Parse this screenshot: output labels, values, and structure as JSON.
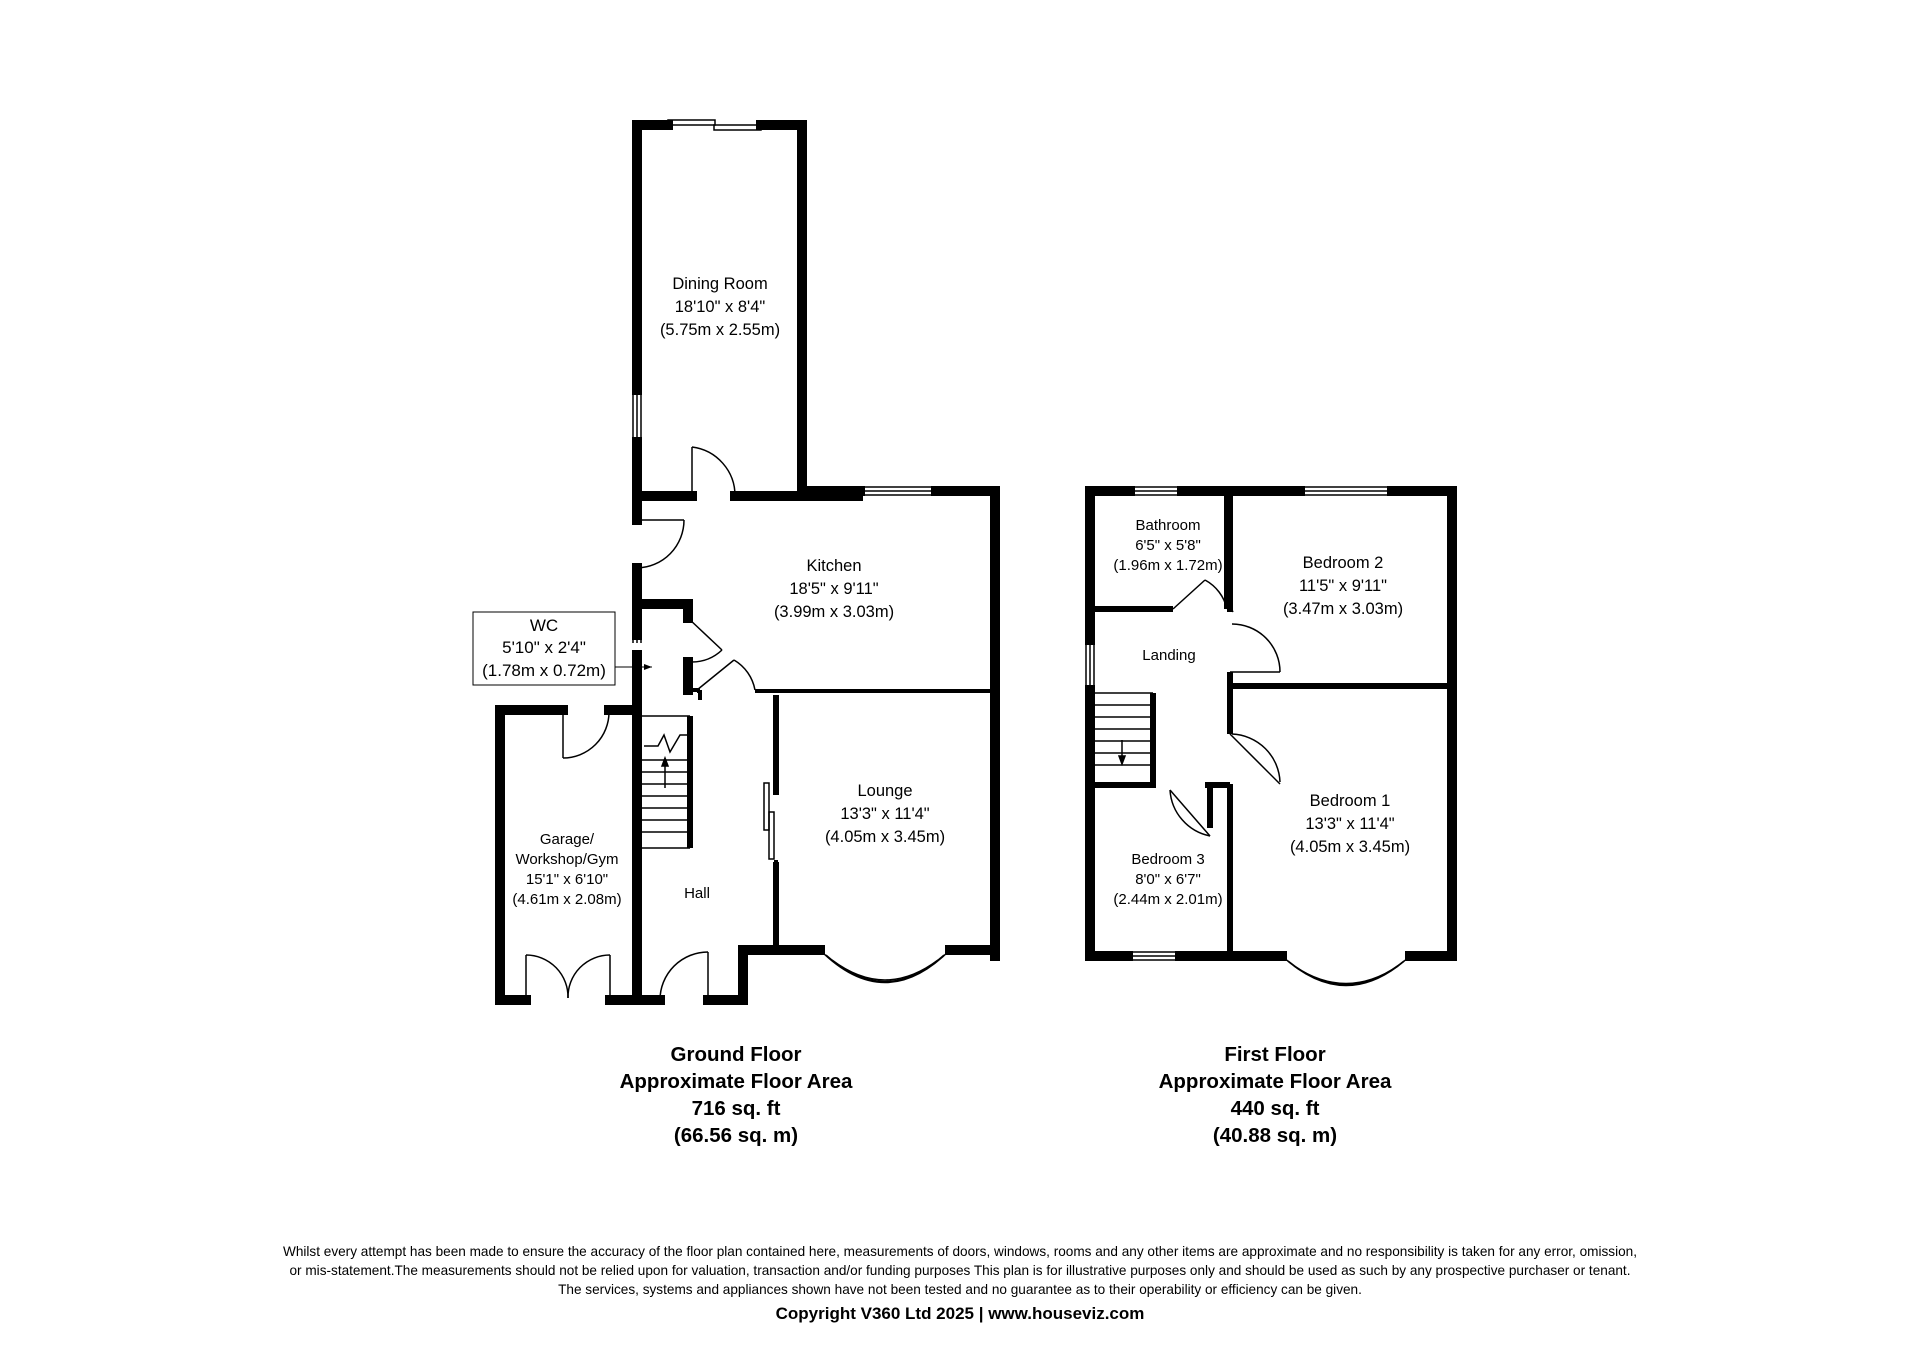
{
  "ground_floor": {
    "rooms": {
      "dining": {
        "name": "Dining Room",
        "imperial": "18'10\" x 8'4\"",
        "metric": "(5.75m x 2.55m)"
      },
      "kitchen": {
        "name": "Kitchen",
        "imperial": "18'5\" x 9'11\"",
        "metric": "(3.99m x 3.03m)"
      },
      "wc": {
        "name": "WC",
        "imperial": "5'10\" x 2'4\"",
        "metric": "(1.78m x 0.72m)"
      },
      "garage": {
        "name_line1": "Garage/",
        "name_line2": "Workshop/Gym",
        "imperial": "15'1\" x 6'10\"",
        "metric": "(4.61m x 2.08m)"
      },
      "lounge": {
        "name": "Lounge",
        "imperial": "13'3\" x 11'4\"",
        "metric": "(4.05m x 3.45m)"
      },
      "hall": {
        "name": "Hall"
      }
    },
    "summary": {
      "title": "Ground Floor",
      "area_label": "Approximate Floor Area",
      "sqft": "716 sq. ft",
      "sqm": "(66.56 sq. m)"
    }
  },
  "first_floor": {
    "rooms": {
      "bathroom": {
        "name": "Bathroom",
        "imperial": "6'5\" x 5'8\"",
        "metric": "(1.96m x 1.72m)"
      },
      "bedroom2": {
        "name": "Bedroom 2",
        "imperial": "11'5\" x 9'11\"",
        "metric": "(3.47m x 3.03m)"
      },
      "landing": {
        "name": "Landing"
      },
      "bedroom1": {
        "name": "Bedroom 1",
        "imperial": "13'3\" x 11'4\"",
        "metric": "(4.05m x 3.45m)"
      },
      "bedroom3": {
        "name": "Bedroom 3",
        "imperial": "8'0\" x 6'7\"",
        "metric": "(2.44m x 2.01m)"
      }
    },
    "summary": {
      "title": "First Floor",
      "area_label": "Approximate Floor Area",
      "sqft": "440 sq. ft",
      "sqm": "(40.88 sq. m)"
    }
  },
  "disclaimer": {
    "line1": "Whilst every attempt has been made to ensure the accuracy of the floor plan contained here, measurements of doors, windows, rooms and any other items are approximate and no responsibility is taken for any error, omission,",
    "line2": "or mis-statement.The measurements should not be relied upon for valuation, transaction and/or funding purposes This plan is for illustrative purposes only and should be used as such by any prospective purchaser or tenant.",
    "line3": "The services, systems and appliances shown have not been tested and no guarantee as to their operability or efficiency can be given."
  },
  "copyright": "Copyright V360 Ltd 2025 | www.houseviz.com",
  "colors": {
    "wall": "#000000",
    "background": "#ffffff",
    "window_line": "#555555"
  }
}
